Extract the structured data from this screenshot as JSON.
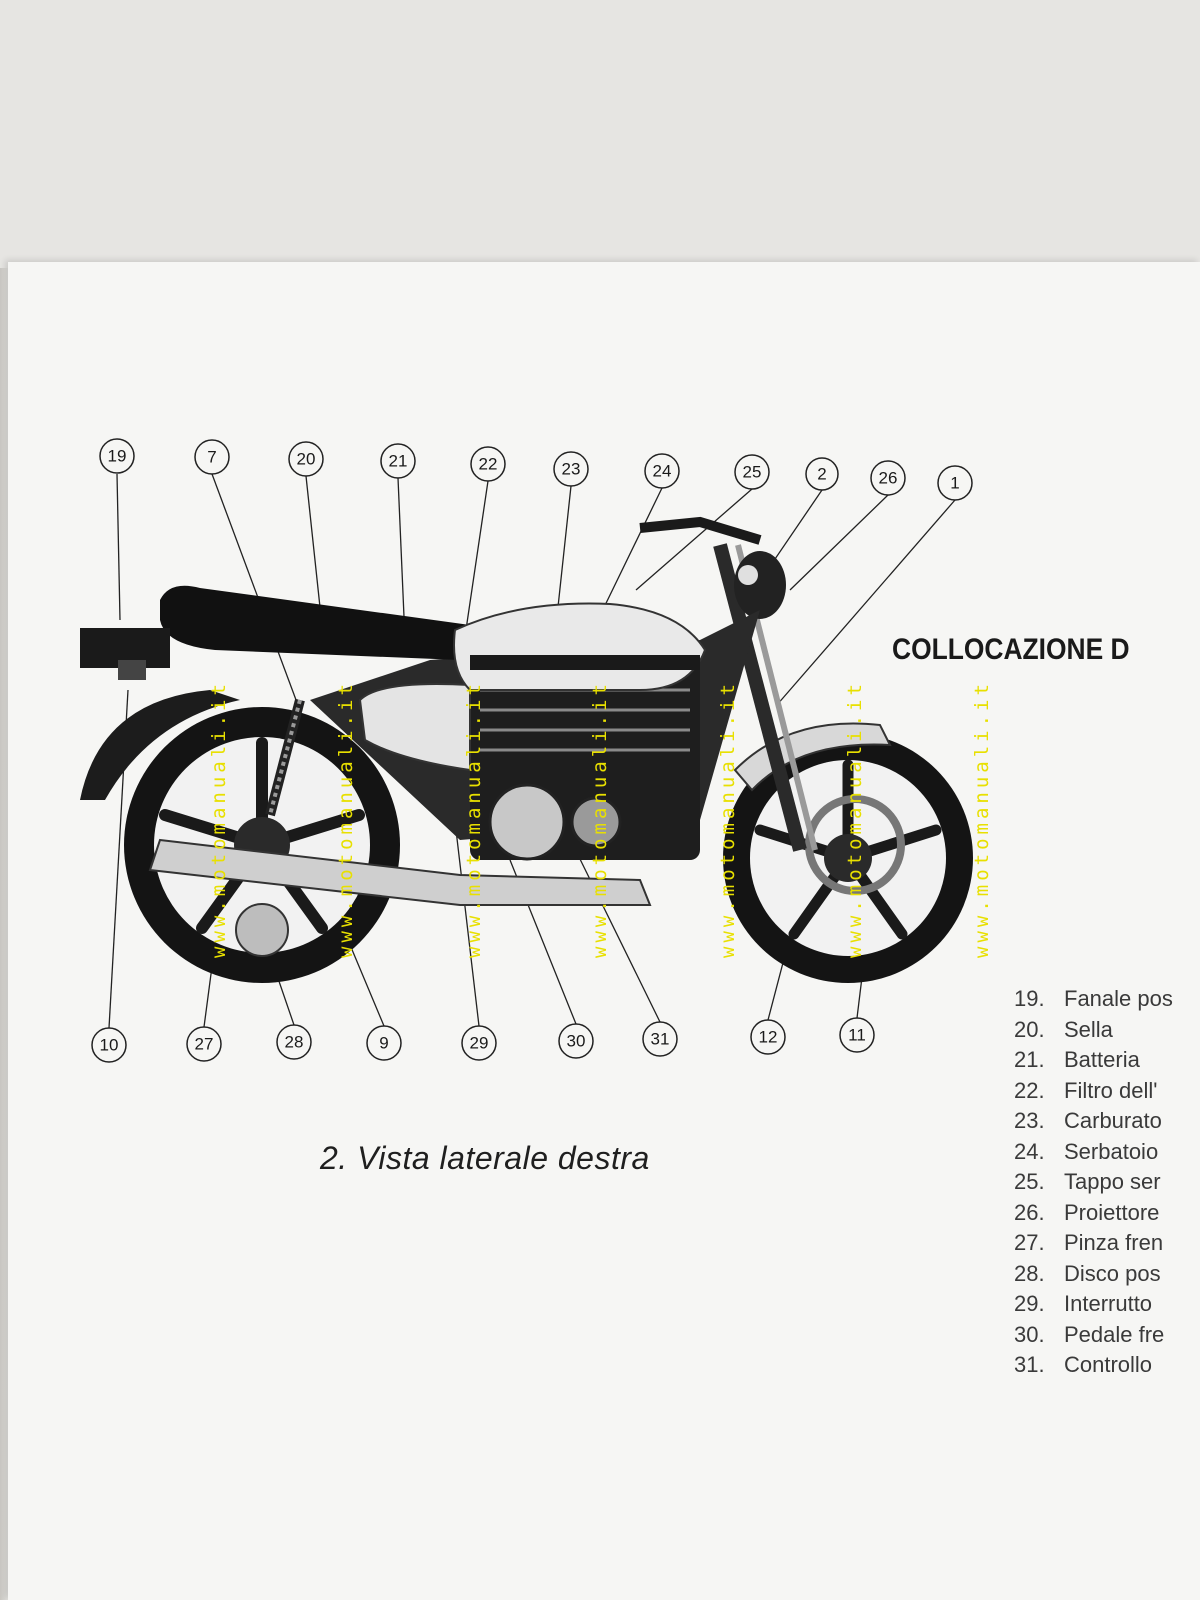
{
  "section_title": "COLLOCAZIONE D",
  "figure_caption": "2. Vista laterale destra",
  "watermark_text": "www.motomanuali.it",
  "callouts_top": [
    "19",
    "7",
    "20",
    "21",
    "22",
    "23",
    "24",
    "25",
    "2",
    "26",
    "1"
  ],
  "callouts_bottom": [
    "10",
    "27",
    "28",
    "9",
    "29",
    "30",
    "31",
    "12",
    "11"
  ],
  "legend": [
    {
      "num": "19.",
      "text": "Fanale pos"
    },
    {
      "num": "20.",
      "text": "Sella"
    },
    {
      "num": "21.",
      "text": "Batteria"
    },
    {
      "num": "22.",
      "text": "Filtro dell'"
    },
    {
      "num": "23.",
      "text": "Carburato"
    },
    {
      "num": "24.",
      "text": "Serbatoio"
    },
    {
      "num": "25.",
      "text": "Tappo ser"
    },
    {
      "num": "26.",
      "text": "Proiettore"
    },
    {
      "num": "27.",
      "text": "Pinza fren"
    },
    {
      "num": "28.",
      "text": "Disco pos"
    },
    {
      "num": "29.",
      "text": "Interrutto"
    },
    {
      "num": "30.",
      "text": "Pedale fre"
    },
    {
      "num": "31.",
      "text": "Controllo"
    }
  ],
  "colors": {
    "paper": "#f6f6f4",
    "ink": "#1a1a1a",
    "watermark": "#e8e000"
  }
}
